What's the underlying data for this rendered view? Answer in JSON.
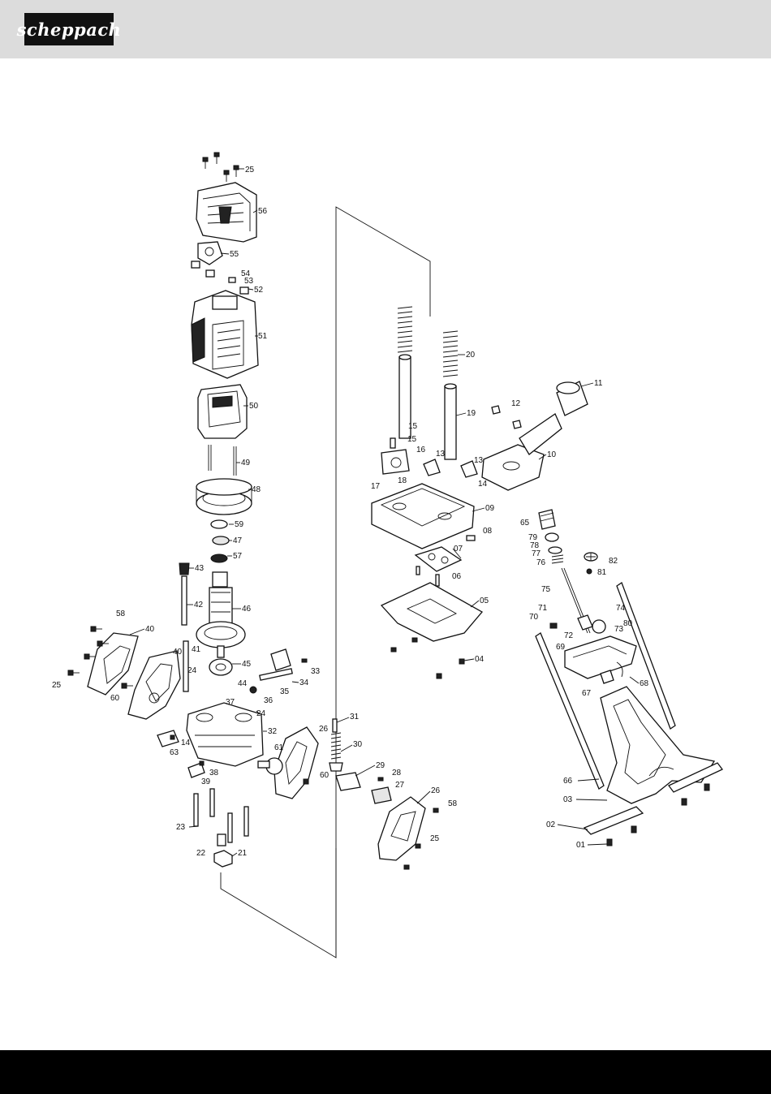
{
  "header": {
    "brand": "scheppach"
  },
  "colors": {
    "header_band": "#dcdcdc",
    "logo_bg": "#111111",
    "footer": "#000000"
  },
  "parts": {
    "p01": "01",
    "p02": "02",
    "p03": "03",
    "p04": "04",
    "p05": "05",
    "p06": "06",
    "p07": "07",
    "p08": "08",
    "p09": "09",
    "p10": "10",
    "p11": "11",
    "p12": "12",
    "p13a": "13",
    "p13b": "13",
    "p14a": "14",
    "p14b": "14",
    "p15a": "15",
    "p15b": "15",
    "p16": "16",
    "p17": "17",
    "p18": "18",
    "p19": "19",
    "p20": "20",
    "p21": "21",
    "p22": "22",
    "p23": "23",
    "p24a": "24",
    "p24b": "24",
    "p25a": "25",
    "p25b": "25",
    "p25c": "25",
    "p26a": "26",
    "p26b": "26",
    "p27": "27",
    "p28": "28",
    "p29": "29",
    "p30": "30",
    "p31": "31",
    "p32": "32",
    "p33": "33",
    "p34": "34",
    "p35": "35",
    "p36": "36",
    "p37": "37",
    "p38": "38",
    "p39": "39",
    "p40a": "40",
    "p40b": "40",
    "p41": "41",
    "p42": "42",
    "p43": "43",
    "p44": "44",
    "p45": "45",
    "p46": "46",
    "p47": "47",
    "p48": "48",
    "p49": "49",
    "p50": "50",
    "p51": "51",
    "p52": "52",
    "p53": "53",
    "p54": "54",
    "p55": "55",
    "p56": "56",
    "p57": "57",
    "p58a": "58",
    "p58b": "58",
    "p59": "59",
    "p60a": "60",
    "p60b": "60",
    "p61": "61",
    "p63": "63",
    "p65": "65",
    "p66": "66",
    "p67": "67",
    "p68": "68",
    "p69": "69",
    "p70": "70",
    "p71": "71",
    "p72": "72",
    "p73": "73",
    "p74": "74",
    "p75": "75",
    "p76": "76",
    "p77": "77",
    "p78": "78",
    "p79": "79",
    "p80": "80",
    "p81": "81",
    "p82": "82"
  }
}
